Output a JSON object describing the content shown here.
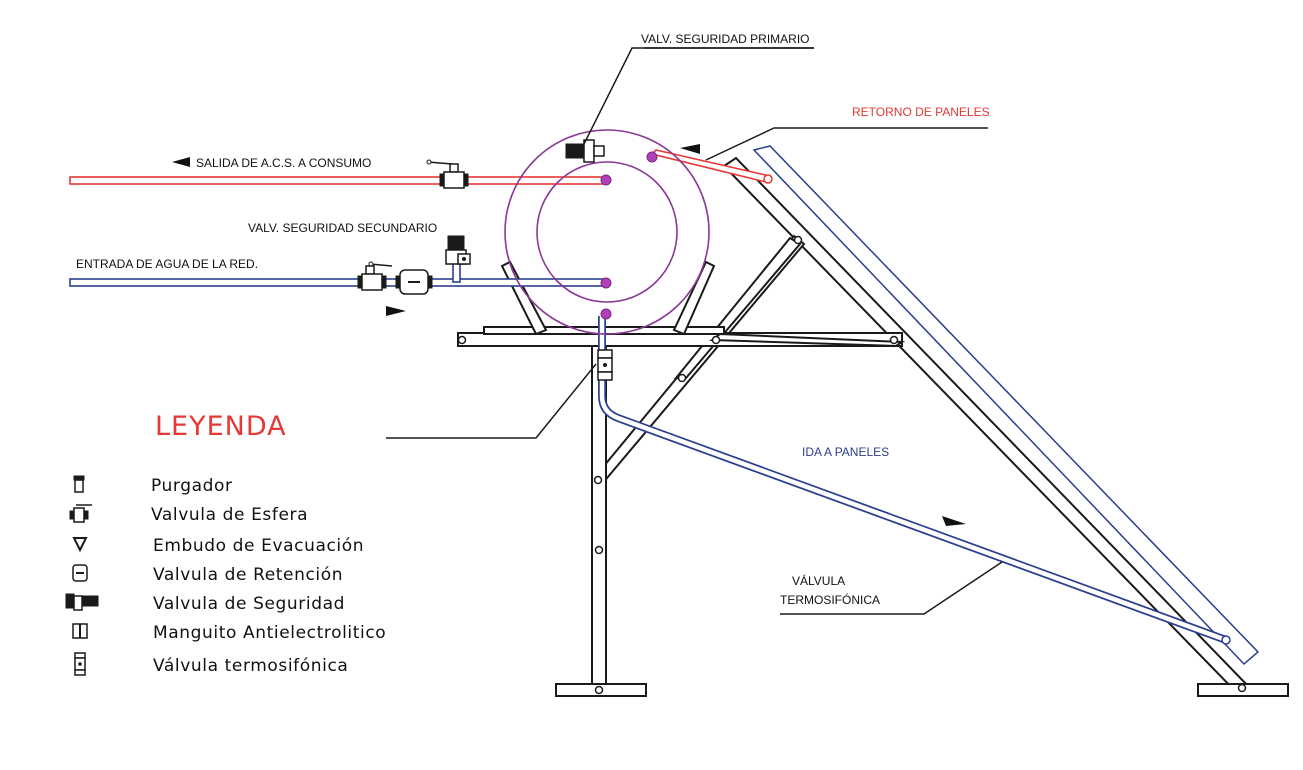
{
  "labels": {
    "valv_seguridad_primario": "VALV. SEGURIDAD PRIMARIO",
    "retorno_paneles": "RETORNO DE PANELES",
    "salida_acs": "SALIDA DE A.C.S. A CONSUMO",
    "valv_seguridad_secundario": "VALV. SEGURIDAD SECUNDARIO",
    "entrada_agua": "ENTRADA DE AGUA DE LA RED.",
    "ida_paneles": "IDA A PANELES",
    "valvula_termosifonica_1": "VÁLVULA",
    "valvula_termosifonica_2": "TERMOSIFÓNICA"
  },
  "legend": {
    "title": "LEYENDA",
    "items": [
      {
        "icon": "purgador-icon",
        "label": "Purgador"
      },
      {
        "icon": "ball-valve-icon",
        "label": "Valvula de Esfera"
      },
      {
        "icon": "funnel-icon",
        "label": "Embudo de Evacuación"
      },
      {
        "icon": "check-valve-icon",
        "label": "Valvula de Retención"
      },
      {
        "icon": "safety-valve-icon",
        "label": "Valvula de Seguridad"
      },
      {
        "icon": "dielectric-union-icon",
        "label": "Manguito Antielectrolitico"
      },
      {
        "icon": "thermosiphon-valve-icon",
        "label": "Válvula termosifónica"
      }
    ]
  },
  "colors": {
    "hot_pipe": "#e53935",
    "cold_pipe": "#2b3f8f",
    "tank": "#8a3a96",
    "frame": "#1a1a1a"
  }
}
